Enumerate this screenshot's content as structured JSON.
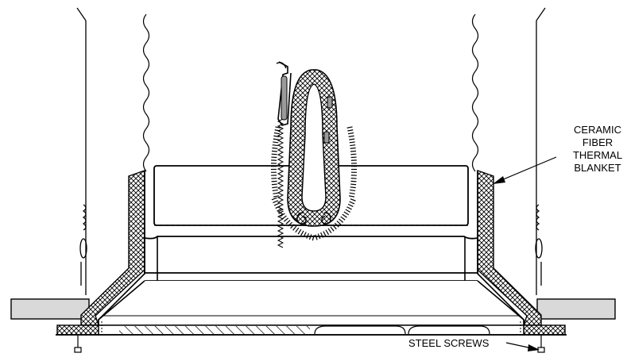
{
  "labels": {
    "blanket_line1": "CERAMIC",
    "blanket_line2": "FIBER",
    "blanket_line3": "THERMAL",
    "blanket_line4": "BLANKET",
    "screws": "STEEL SCREWS"
  },
  "colors": {
    "ink": "#000000",
    "ceiling_tile": "#d9d9d9",
    "paper": "#ffffff"
  }
}
